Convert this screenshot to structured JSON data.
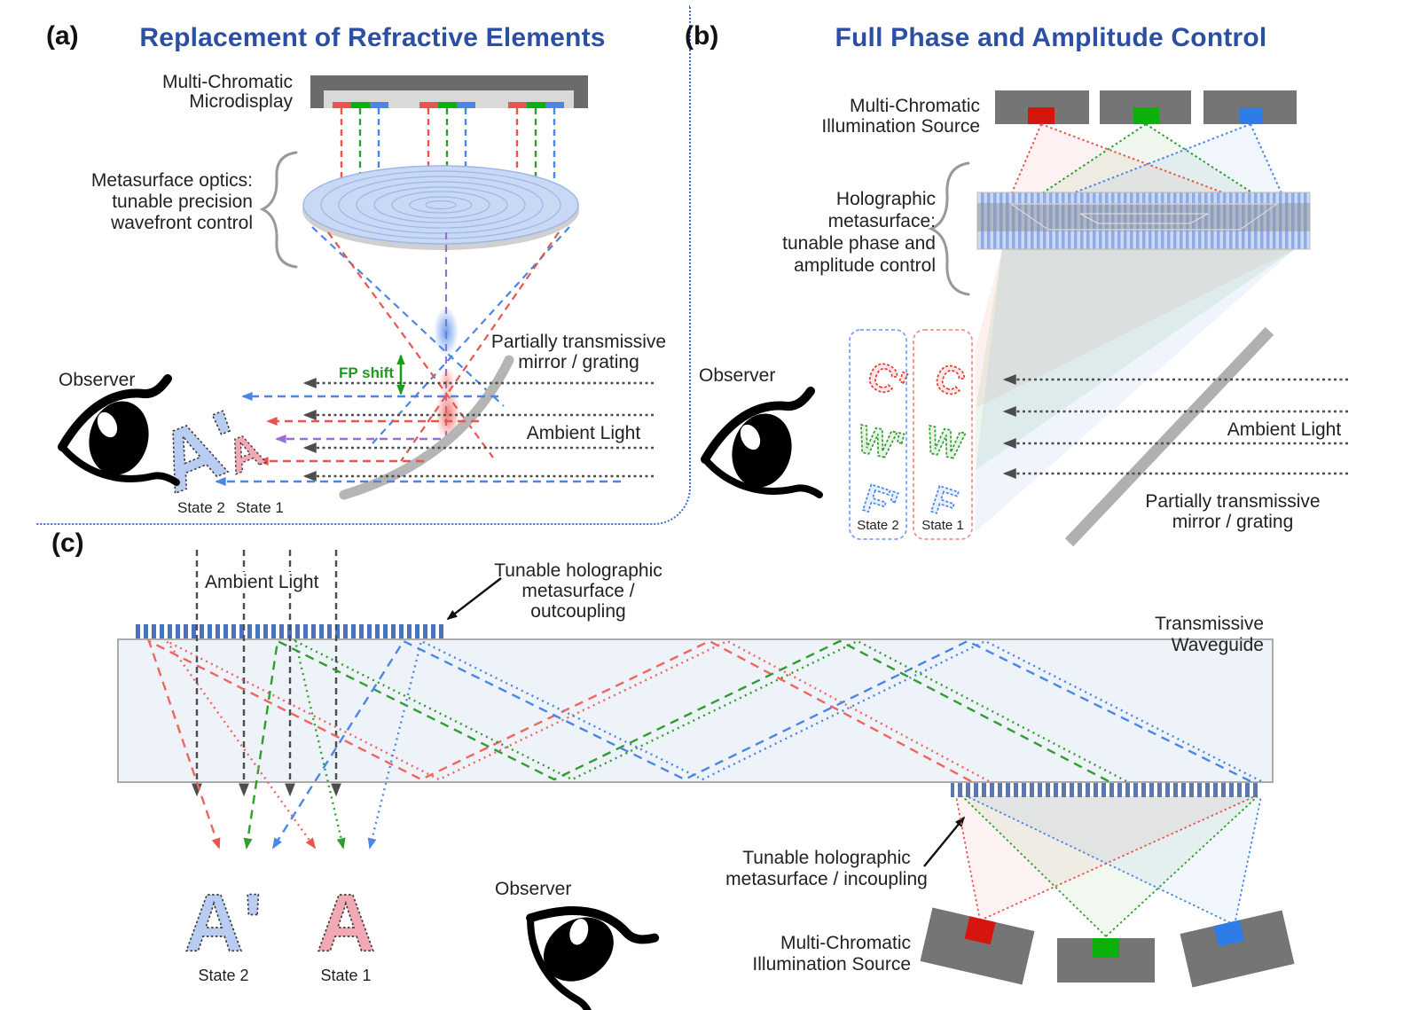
{
  "figure": {
    "panel_a": {
      "tag": "(a)",
      "title": "Replacement of Refractive Elements",
      "microdisplay_label": [
        "Multi-Chromatic",
        "Microdisplay"
      ],
      "metasurface_label": [
        "Metasurface optics:",
        "tunable precision",
        "wavefront control"
      ],
      "observer_label": "Observer",
      "fp_shift_label": "FP shift",
      "mirror_label": [
        "Partially transmissive",
        "mirror / grating"
      ],
      "ambient_label": "Ambient Light",
      "state2_label": "State 2",
      "state1_label": "State 1",
      "image_state2": "A'",
      "image_state1": "A"
    },
    "panel_b": {
      "tag": "(b)",
      "title": "Full Phase and Amplitude Control",
      "source_label": [
        "Multi-Chromatic",
        "Illumination Source"
      ],
      "metasurface_label": [
        "Holographic",
        "metasurface:",
        "tunable phase and",
        "amplitude control"
      ],
      "observer_label": "Observer",
      "ambient_label": "Ambient Light",
      "mirror_label": [
        "Partially transmissive",
        "mirror / grating"
      ],
      "state2_label": "State 2",
      "state1_label": "State 1",
      "state2_letters": [
        "C'",
        "W'",
        "F'"
      ],
      "state1_letters": [
        "C",
        "W",
        "F"
      ]
    },
    "panel_c": {
      "tag": "(c)",
      "ambient_label": "Ambient Light",
      "outcoupling_label": [
        "Tunable holographic",
        "metasurface / outcoupling"
      ],
      "waveguide_label": "Transmissive Waveguide",
      "incoupling_label": [
        "Tunable holographic",
        "metasurface / incoupling"
      ],
      "source_label": [
        "Multi-Chromatic",
        "Illumination Source"
      ],
      "observer_label": "Observer",
      "state2_label": "State 2",
      "state1_label": "State 1",
      "image_state2": "A'",
      "image_state1": "A"
    },
    "colors": {
      "title_blue": "#2b4fa3",
      "red_ray": "#e8554d",
      "green_ray": "#2f9e2f",
      "blue_ray": "#4a86e8",
      "purple_ray": "#9a6dd7",
      "ambient_gray": "#4d4d4d",
      "fp_shift_green": "#1d9b1d",
      "grating_blue": "#4a72bf",
      "device_gray": "#757575",
      "mirror_gray": "#b5b5b5",
      "rgb_red": "#d6150f",
      "rgb_green": "#0cb00c",
      "rgb_blue": "#2e7ce8",
      "state2_fill": "#b9cdf2",
      "state1_fill": "#f2a9b4"
    }
  }
}
